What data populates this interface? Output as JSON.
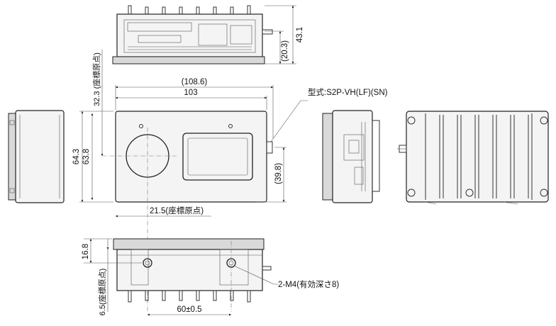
{
  "dimensions": {
    "height_total": "43.1",
    "height_body": "(20.3)",
    "width_overall": "(108.6)",
    "width_body": "103",
    "origin_top": "32.3 (座標原点)",
    "height_64": "64.3",
    "height_63": "63.8",
    "connector_offset": "(39.8)",
    "origin_x": "21.5(座標原点)",
    "height_16": "16.8",
    "origin_bottom": "6.5(座標原点)",
    "hole_pitch": "60±0.5"
  },
  "callouts": {
    "connector_model": "型式:S2P-VH(LF)(SN)",
    "mount_holes": "2-M4(有効深さ8)"
  },
  "colors": {
    "line": "#222222",
    "body_fill": "#f4f4f4",
    "panel_fill": "#d9d9d9"
  }
}
